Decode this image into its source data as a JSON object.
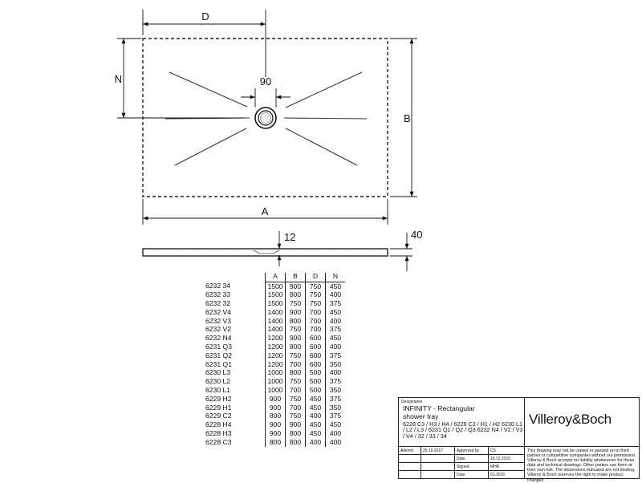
{
  "drawing": {
    "labels": {
      "dim_d": "D",
      "dim_n": "N",
      "dim_b": "B",
      "dim_a": "A",
      "dim_drain": "90",
      "dim_depth_drain": "12",
      "dim_height": "40"
    }
  },
  "table": {
    "headers": [
      "A",
      "B",
      "D",
      "N"
    ],
    "rows": [
      {
        "code": "6232 34",
        "a": "1500",
        "b": "900",
        "d": "750",
        "n": "450"
      },
      {
        "code": "6232 33",
        "a": "1500",
        "b": "800",
        "d": "750",
        "n": "400"
      },
      {
        "code": "6232 32",
        "a": "1500",
        "b": "750",
        "d": "750",
        "n": "375"
      },
      {
        "code": "6232 V4",
        "a": "1400",
        "b": "900",
        "d": "700",
        "n": "450"
      },
      {
        "code": "6232 V3",
        "a": "1400",
        "b": "800",
        "d": "700",
        "n": "400"
      },
      {
        "code": "6232 V2",
        "a": "1400",
        "b": "750",
        "d": "700",
        "n": "375"
      },
      {
        "code": "6232 N4",
        "a": "1200",
        "b": "900",
        "d": "600",
        "n": "450"
      },
      {
        "code": "6231 Q3",
        "a": "1200",
        "b": "800",
        "d": "600",
        "n": "400"
      },
      {
        "code": "6231 Q2",
        "a": "1200",
        "b": "750",
        "d": "600",
        "n": "375"
      },
      {
        "code": "6231 Q1",
        "a": "1200",
        "b": "700",
        "d": "600",
        "n": "350"
      },
      {
        "code": "6230 L3",
        "a": "1000",
        "b": "800",
        "d": "500",
        "n": "400"
      },
      {
        "code": "6230 L2",
        "a": "1000",
        "b": "750",
        "d": "500",
        "n": "375"
      },
      {
        "code": "6230 L1",
        "a": "1000",
        "b": "700",
        "d": "500",
        "n": "350"
      },
      {
        "code": "6229 H2",
        "a": "900",
        "b": "750",
        "d": "450",
        "n": "375"
      },
      {
        "code": "6229 H1",
        "a": "900",
        "b": "700",
        "d": "450",
        "n": "350"
      },
      {
        "code": "6229 C2",
        "a": "800",
        "b": "750",
        "d": "400",
        "n": "375"
      },
      {
        "code": "6228 H4",
        "a": "900",
        "b": "900",
        "d": "450",
        "n": "450"
      },
      {
        "code": "6228 H3",
        "a": "900",
        "b": "800",
        "d": "450",
        "n": "400"
      },
      {
        "code": "6228 C3",
        "a": "800",
        "b": "800",
        "d": "400",
        "n": "400"
      }
    ]
  },
  "title_block": {
    "designation_label": "Designation",
    "product_name": "INFINITY - Rectangular",
    "product_sub": "shower tray",
    "variants": "6228 C3 / H3 / H4 / 6229 C2 / H1 / H2 6230 L1 / L2 / L3 / 6231 Q1 / Q2 / Q3 6232 N4 / V2 / V3 / V4 / 32 / 33 / 34",
    "logo": "Villeroy&Boch",
    "meta": {
      "altered_label": "Altered",
      "altered_value": "25.10.2017",
      "approved_label": "Approved by",
      "approved_value": "CS",
      "date1_label": "Date",
      "date1_value": "16.12.2015",
      "signed_label": "Signed",
      "signed_value": "MHK",
      "date2_label": "Date",
      "date2_value": "01.2015"
    },
    "notice": "This drawing may not be copied or passed on to third parties or competitive companies without our permission. Villeroy & Boch accepts no liability whatsoever for these data and technical drawings. Other parties use them at their own risk. The dimensions indicated are not binding. Villeroy & Boch reserves the right to make product changes."
  }
}
